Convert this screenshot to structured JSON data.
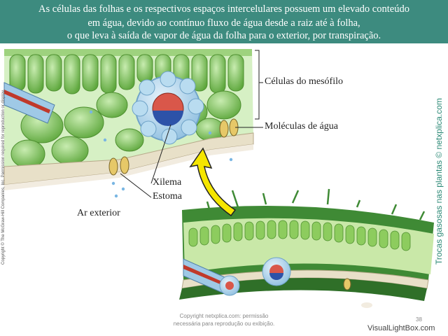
{
  "header": {
    "line1": "As células das folhas e os respectivos espaços intercelulares possuem um elevado conteúdo",
    "line2": "em água, devido ao contínuo fluxo de água desde a raiz até à folha,",
    "line3": "o que leva à saída de vapor de água da folha para o exterior, por transpiração."
  },
  "labels": {
    "mesophyll": "Células do mesófilo",
    "water": "Moléculas de água",
    "xylem": "Xilema",
    "stoma": "Estoma",
    "outside_air": "Ar exterior"
  },
  "side_title": "Trocas gasosas nas plantas © netxplica.com",
  "copyright_vertical": "Copyright © The McGraw-Hill Companies, Inc. Permission required for reproduction or display.",
  "credit": {
    "line1": "Copyright netxplica.com: permissão",
    "line2": "necessária para reprodução ou exibição."
  },
  "page_number": "38",
  "watermark": "VisualLightBox.com",
  "colors": {
    "header_bg": "#3d8b7f",
    "leaf_green": "#6ab04c",
    "cuticle": "#e8e0c8",
    "arrow_yellow": "#f5e600",
    "vein_blue": "#9fc9e6"
  }
}
